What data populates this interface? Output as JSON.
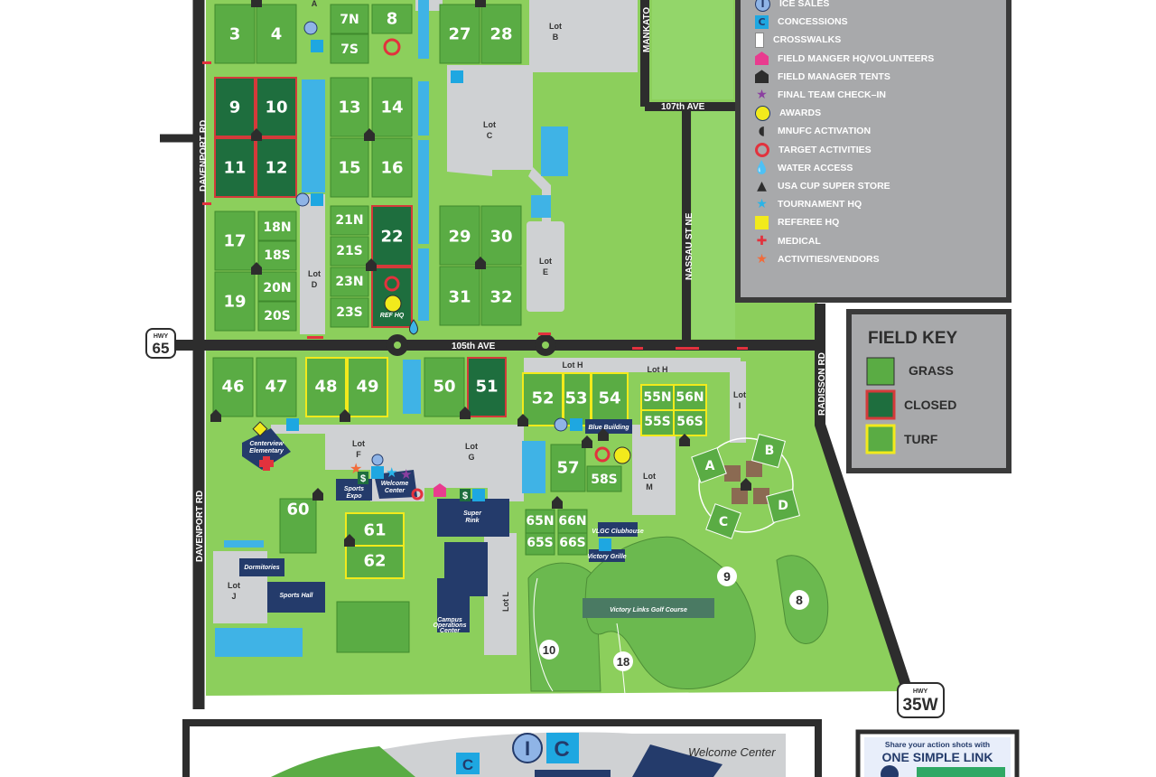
{
  "colors": {
    "grass": "#5aac44",
    "closed": "#1e6e3e",
    "closed_border": "#d43a3a",
    "turf_border": "#f2ea1c",
    "background_green": "#8ccf5c",
    "pavement": "#cfd1d3",
    "road": "#2d2d2d",
    "water": "#3fb3e6",
    "building": "#243b6b",
    "legend_bg": "#a8a9ab"
  },
  "legend": {
    "items": [
      {
        "icon": "ice-sales-icon",
        "label": "ICE SALES"
      },
      {
        "icon": "concessions-icon",
        "label": "CONCESSIONS"
      },
      {
        "icon": "crosswalk-icon",
        "label": "CROSSWALKS"
      },
      {
        "icon": "field-manager-hq-icon",
        "label": "FIELD MANGER HQ/VOLUNTEERS"
      },
      {
        "icon": "field-manager-tent-icon",
        "label": "FIELD MANAGER TENTS"
      },
      {
        "icon": "final-check-in-icon",
        "label": "FINAL TEAM CHECK–IN"
      },
      {
        "icon": "awards-icon",
        "label": "AWARDS"
      },
      {
        "icon": "mnufc-icon",
        "label": "MNUFC ACTIVATION"
      },
      {
        "icon": "target-icon",
        "label": "TARGET ACTIVITIES"
      },
      {
        "icon": "water-drop-icon",
        "label": "WATER ACCESS"
      },
      {
        "icon": "super-store-icon",
        "label": "USA CUP SUPER STORE"
      },
      {
        "icon": "tournament-hq-icon",
        "label": "TOURNAMENT HQ"
      },
      {
        "icon": "referee-hq-icon",
        "label": "REFEREE HQ"
      },
      {
        "icon": "medical-icon",
        "label": "MEDICAL"
      },
      {
        "icon": "vendors-icon",
        "label": "ACTIVITIES/VENDORS"
      }
    ]
  },
  "field_key": {
    "title": "FIELD KEY",
    "grass": "GRASS",
    "closed": "CLOSED",
    "turf": "TURF"
  },
  "roads": {
    "davenport_top": "DAVENPORT RD",
    "davenport_bottom": "DAVENPORT RD",
    "ave105": "105th AVE",
    "ave107": "107th AVE",
    "nassau": "NASSAU ST NE",
    "mankato": "MANKATO",
    "radisson": "RADISSON RD",
    "hwy65_small": "HWY",
    "hwy65_num": "65",
    "hwy35_small": "HWY",
    "hwy35_num": "35W"
  },
  "fields": {
    "f3": "3",
    "f4": "4",
    "f7n": "7N",
    "f7s": "7S",
    "f8": "8",
    "f27": "27",
    "f28": "28",
    "f9": "9",
    "f10": "10",
    "f11": "11",
    "f12": "12",
    "f13": "13",
    "f14": "14",
    "f15": "15",
    "f16": "16",
    "f17": "17",
    "f18n": "18N",
    "f18s": "18S",
    "f19": "19",
    "f20n": "20N",
    "f20s": "20S",
    "f21n": "21N",
    "f21s": "21S",
    "f22": "22",
    "f23n": "23N",
    "f23s": "23S",
    "f29": "29",
    "f30": "30",
    "f31": "31",
    "f32": "32",
    "f46": "46",
    "f47": "47",
    "f48": "48",
    "f49": "49",
    "f50": "50",
    "f51": "51",
    "f52": "52",
    "f53": "53",
    "f54": "54",
    "f55n": "55N",
    "f56n": "56N",
    "f55s": "55S",
    "f56s": "56S",
    "f57": "57",
    "f58s": "58S",
    "f60": "60",
    "f61": "61",
    "f62": "62",
    "f65n": "65N",
    "f66n": "66N",
    "f65s": "65S",
    "f66s": "66S",
    "fa": "A",
    "fb": "B",
    "fc": "C",
    "fd": "D"
  },
  "lots": {
    "a": "A",
    "b_l1": "Lot",
    "b_l2": "B",
    "c_l1": "Lot",
    "c_l2": "C",
    "d_l1": "Lot",
    "d_l2": "D",
    "e_l1": "Lot",
    "e_l2": "E",
    "f_l1": "Lot",
    "f_l2": "F",
    "g_l1": "Lot",
    "g_l2": "G",
    "h1": "Lot H",
    "h2": "Lot H",
    "i_l1": "Lot",
    "i_l2": "I",
    "j_l1": "Lot",
    "j_l2": "J",
    "l": "Lot L",
    "m_l1": "Lot",
    "m_l2": "M"
  },
  "buildings": {
    "centerview_l1": "Centerview",
    "centerview_l2": "Elementary",
    "sports_expo_l1": "Sports",
    "sports_expo_l2": "Expo",
    "welcome_l1": "Welcome",
    "welcome_l2": "Center",
    "super_rink_l1": "Super",
    "super_rink_l2": "Rink",
    "dormitories": "Dormitories",
    "sports_hall": "Sports Hall",
    "campus_ops_l1": "Campus",
    "campus_ops_l2": "Operations",
    "campus_ops_l3": "Center",
    "blue_building": "Blue Building",
    "vlgc_clubhouse": "VLGC Clubhouse",
    "victory_grille": "Victory Grille",
    "golf_course": "Victory Links Golf Course",
    "ref_hq_small": "REF HQ"
  },
  "golf_holes": {
    "h9": "9",
    "h8": "8",
    "h10": "10",
    "h18": "18"
  },
  "inset": {
    "welcome_center": "Welcome Center",
    "info_letter": "I",
    "conc_letter": "C"
  },
  "share_box": {
    "line1": "Share your action shots with",
    "line2": "ONE SIMPLE LINK"
  }
}
